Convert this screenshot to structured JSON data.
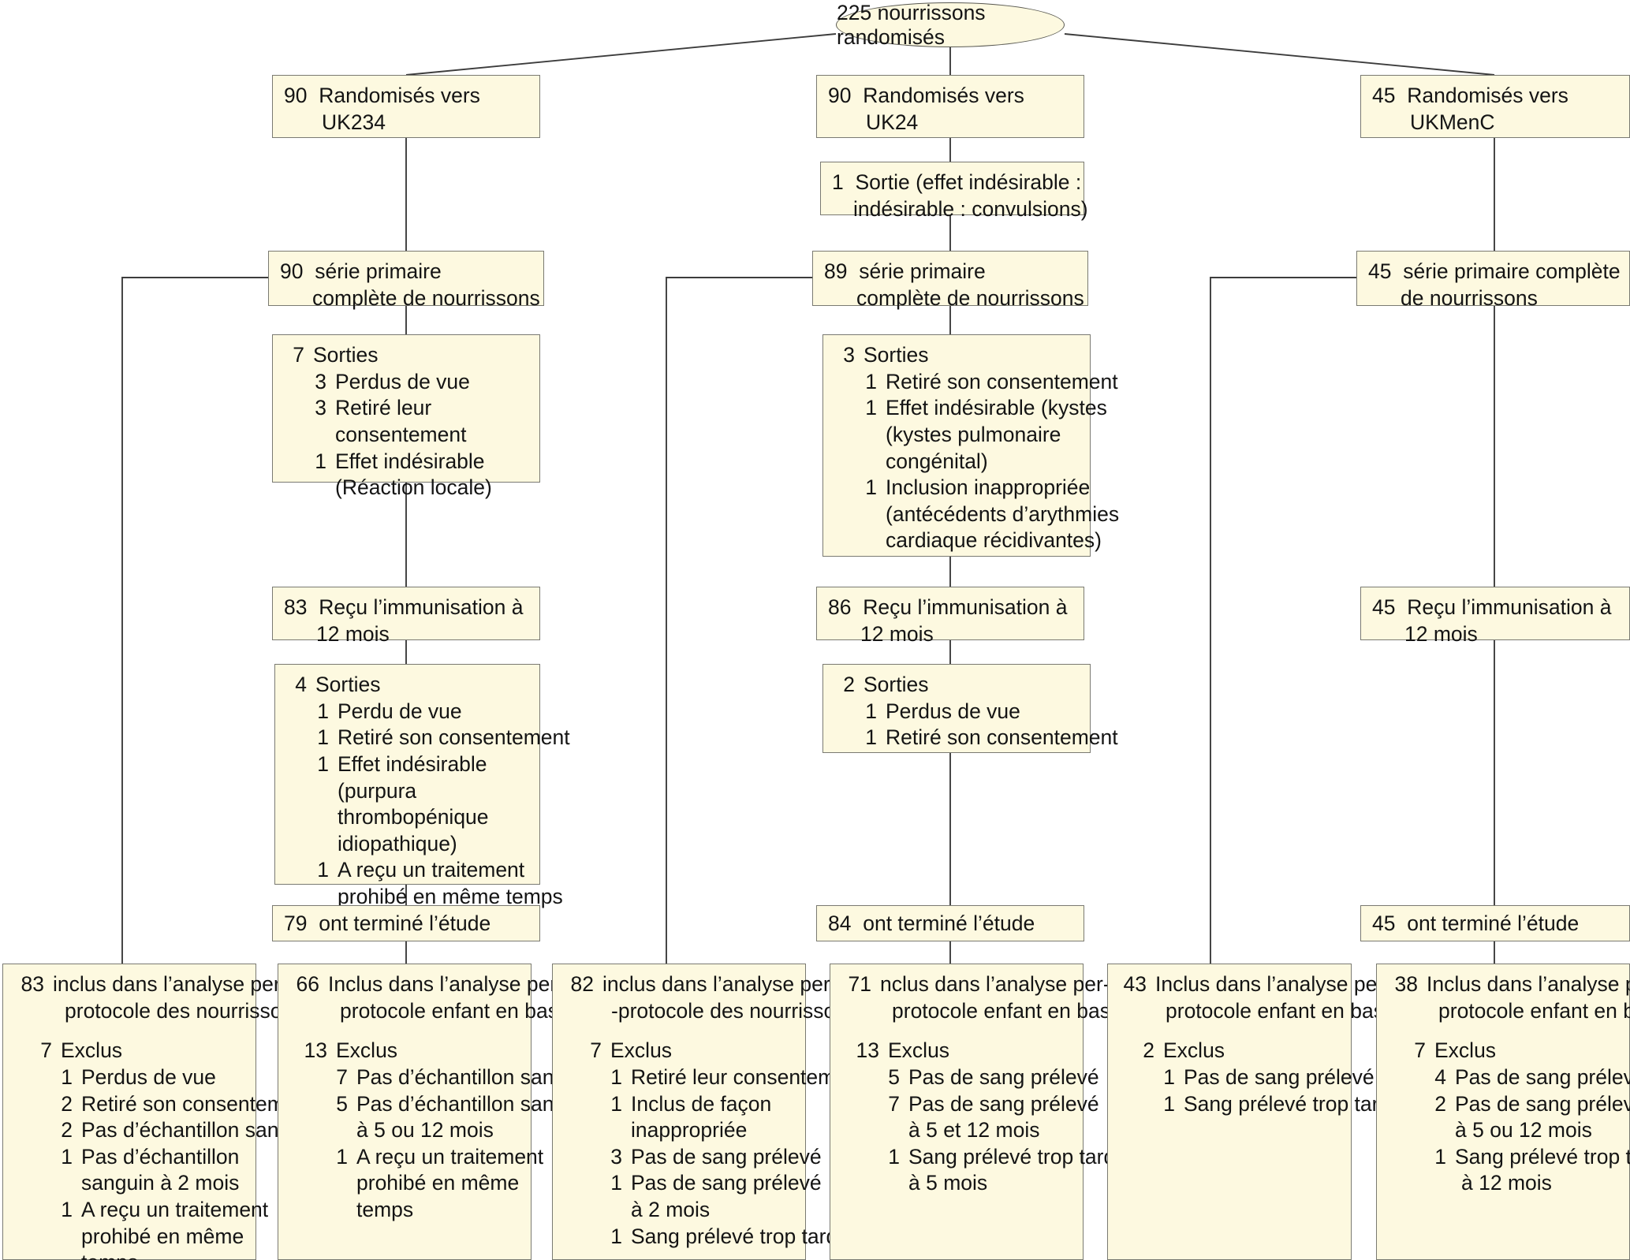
{
  "colors": {
    "box_fill": "#FDF9E0",
    "box_border": "#7A7A72",
    "line": "#3C3C3C",
    "text": "#141414"
  },
  "root": {
    "label": "225 nourrissons randomisés"
  },
  "arms": [
    {
      "id": "uk234",
      "randomized": {
        "count": "90",
        "line1": "Randomisés vers",
        "line2": "UK234"
      },
      "primary": {
        "count": "90",
        "line1": "série primaire",
        "line2": "complète de nourrissons"
      },
      "dropouts1": {
        "header_num": "7",
        "header_text": "Sorties",
        "items": [
          {
            "num": "3",
            "lines": [
              "Perdus de vue"
            ]
          },
          {
            "num": "3",
            "lines": [
              "Retiré leur",
              "consentement"
            ]
          },
          {
            "num": "1",
            "lines": [
              "Effet indésirable",
              "(Réaction locale)"
            ]
          }
        ]
      },
      "immunisation": {
        "count": "83",
        "line1": "Reçu l’immunisation à",
        "line2": "12  mois"
      },
      "dropouts2": {
        "header_num": "4",
        "header_text": "Sorties",
        "items": [
          {
            "num": "1",
            "lines": [
              "Perdu de vue"
            ]
          },
          {
            "num": "1",
            "lines": [
              "Retiré son consentement"
            ]
          },
          {
            "num": "1",
            "lines": [
              "Effet indésirable",
              "(purpura",
              "thrombopénique",
              "idiopathique)"
            ]
          },
          {
            "num": "1",
            "lines": [
              "A reçu un traitement",
              "prohibé en même temps"
            ]
          }
        ]
      },
      "completed": {
        "count": "79",
        "text": "ont terminé l’étude"
      }
    },
    {
      "id": "uk24",
      "randomized": {
        "count": "90",
        "line1": "Randomisés vers",
        "line2": "UK24"
      },
      "early_exit": {
        "count": "1",
        "line1": "Sortie (effet indésirable :",
        "line2": "indésirable : convulsions)"
      },
      "primary": {
        "count": "89",
        "line1": "série primaire",
        "line2": "complète de nourrissons"
      },
      "dropouts1": {
        "header_num": "3",
        "header_text": "Sorties",
        "items": [
          {
            "num": "1",
            "lines": [
              "Retiré son consentement"
            ]
          },
          {
            "num": "1",
            "lines": [
              "Effet indésirable (kystes",
              " (kystes pulmonaire",
              "congénital)"
            ]
          },
          {
            "num": "1",
            "lines": [
              "Inclusion inappropriée",
              "(antécédents d’arythmies",
              "cardiaque récidivantes)"
            ]
          }
        ]
      },
      "immunisation": {
        "count": "86",
        "line1": "Reçu l’immunisation à",
        "line2": "12  mois"
      },
      "dropouts2": {
        "header_num": "2",
        "header_text": "Sorties",
        "items": [
          {
            "num": "1",
            "lines": [
              "Perdus de vue"
            ]
          },
          {
            "num": "1",
            "lines": [
              "Retiré son consentement"
            ]
          }
        ]
      },
      "completed": {
        "count": "84",
        "text": "ont terminé l’étude"
      }
    },
    {
      "id": "ukmenc",
      "randomized": {
        "count": "45",
        "line1": "Randomisés vers",
        "line2": "UKMenC"
      },
      "primary": {
        "count": "45",
        "line1": "série primaire complète",
        "line2": "de nourrissons"
      },
      "immunisation": {
        "count": "45",
        "line1": "Reçu l’immunisation à",
        "line2": "12  mois"
      },
      "completed": {
        "count": "45",
        "text": "ont terminé l’étude"
      }
    }
  ],
  "analysis_boxes": [
    {
      "id": "a1",
      "count": "83",
      "title_line1": "inclus dans l’analyse per-",
      "title_line2": "protocole des nourrissons",
      "excluded_num": "7",
      "excluded_label": "Exclus",
      "items": [
        {
          "num": "1",
          "lines": [
            "Perdus de vue"
          ]
        },
        {
          "num": "2",
          "lines": [
            "Retiré son consentement"
          ]
        },
        {
          "num": "2",
          "lines": [
            "Pas d’échantillon sanguin"
          ]
        },
        {
          "num": "1",
          "lines": [
            "Pas d’échantillon",
            "sanguin à 2 mois"
          ]
        },
        {
          "num": "1",
          "lines": [
            "A reçu un traitement",
            "prohibé en même",
            "temps"
          ]
        }
      ]
    },
    {
      "id": "a2",
      "count": "66",
      "title_line1": "Inclus dans l’analyse per-",
      "title_line2": "protocole enfant en bas âge",
      "excluded_num": "13",
      "excluded_label": "Exclus",
      "items": [
        {
          "num": "7",
          "lines": [
            "Pas d’échantillon sanguin"
          ]
        },
        {
          "num": "5",
          "lines": [
            "Pas d’échantillon sanguin",
            "à 5 ou 12 mois"
          ]
        },
        {
          "num": "1",
          "lines": [
            "A reçu un traitement",
            "prohibé en même",
            "temps"
          ]
        }
      ]
    },
    {
      "id": "a3",
      "count": "82",
      "title_line1": "inclus dans l’analyse per",
      "title_line2": "-protocole des nourrissons",
      "excluded_num": "7",
      "excluded_label": "Exclus",
      "items": [
        {
          "num": "1",
          "lines": [
            "Retiré leur consentement"
          ]
        },
        {
          "num": "1",
          "lines": [
            "Inclus de façon",
            "inappropriée"
          ]
        },
        {
          "num": "3",
          "lines": [
            "Pas de sang prélevé"
          ]
        },
        {
          "num": "1",
          "lines": [
            "Pas de sang prélevé",
            "à 2 mois"
          ]
        },
        {
          "num": "1",
          "lines": [
            " Sang prélevé trop tard"
          ]
        }
      ]
    },
    {
      "id": "a4",
      "count": "71",
      "title_line1": "nclus dans l’analyse per-",
      "title_line2": "protocole enfant en bas âge",
      "excluded_num": "13",
      "excluded_label": "Exclus",
      "items": [
        {
          "num": "5",
          "lines": [
            "Pas de sang prélevé"
          ]
        },
        {
          "num": "7",
          "lines": [
            "Pas de sang prélevé",
            "à 5 et 12 mois"
          ]
        },
        {
          "num": "1",
          "lines": [
            "Sang prélevé trop tard",
            "à 5 mois"
          ]
        }
      ]
    },
    {
      "id": "a5",
      "count": "43",
      "title_line1": "Inclus dans l’analyse per-",
      "title_line2": "protocole enfant en bas âge",
      "excluded_num": "2",
      "excluded_label": "Exclus",
      "items": [
        {
          "num": "1",
          "lines": [
            "Pas de sang prélevé"
          ]
        },
        {
          "num": "1",
          "lines": [
            "Sang prélevé trop tard"
          ]
        }
      ]
    },
    {
      "id": "a6",
      "count": "38",
      "title_line1": "Inclus dans l’analyse per-",
      "title_line2": "protocole enfant en bas âge",
      "excluded_num": "7",
      "excluded_label": "Exclus",
      "items": [
        {
          "num": "4",
          "lines": [
            "Pas de sang prélevé"
          ]
        },
        {
          "num": "2",
          "lines": [
            "Pas de sang prélevé",
            "à 5 ou 12 mois"
          ]
        },
        {
          "num": "1",
          "lines": [
            "Sang prélevé trop tard",
            "à 12 mois"
          ]
        }
      ]
    }
  ]
}
